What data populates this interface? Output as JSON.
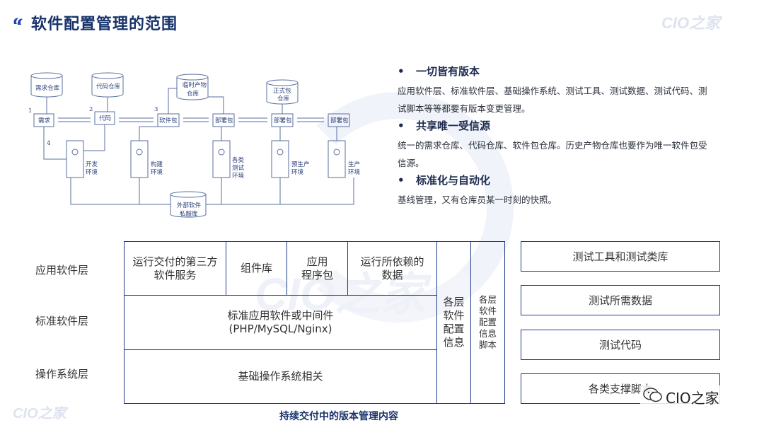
{
  "header": {
    "title": "软件配置管理的范围",
    "brand": "CIO之家"
  },
  "diagram": {
    "nodes": {
      "req_repo": "需求仓库",
      "code_repo": "代码仓库",
      "temp_artifact_repo_1": "临时产物",
      "temp_artifact_repo_2": "仓库",
      "formal_pkg_repo_1": "正式包",
      "formal_pkg_repo_2": "仓库",
      "req": "需求",
      "code": "代码",
      "pkg": "软件包",
      "deploy1": "部署包",
      "deploy2": "部署包",
      "deploy3": "部署包",
      "ext_1": "外部软件",
      "ext_2": "私服库",
      "env_dev_1": "开发",
      "env_dev_2": "环境",
      "env_build_1": "构建",
      "env_build_2": "环境",
      "env_test_1": "各类",
      "env_test_2": "测试",
      "env_test_3": "环境",
      "env_pre_1": "预生产",
      "env_pre_2": "环境",
      "env_prod_1": "生产",
      "env_prod_2": "环境",
      "step1": "1",
      "step2": "2",
      "step3": "3",
      "step4": "4"
    }
  },
  "principles": [
    {
      "title": "一切皆有版本",
      "lines": [
        "应用软件层、标准软件层、基础操作系统、测试工具、测试数据、测试代码、测",
        "试脚本等等都要有版本变更管理。"
      ]
    },
    {
      "title": "共享唯一受信源",
      "lines": [
        "统一的需求仓库、代码仓库、软件包仓库。历史产物仓库也要作为唯一软件包受",
        "信源。"
      ]
    },
    {
      "title": "标准化与自动化",
      "lines": [
        "基线管理，又有仓库员某一时刻的快照。"
      ]
    }
  ],
  "bullet_char": "•",
  "layers": {
    "app": "应用软件层",
    "std": "标准软件层",
    "os": "操作系统层"
  },
  "table": {
    "app_cells": [
      {
        "l1": "运行交付的第三方",
        "l2": "软件服务"
      },
      {
        "l1": "组件库",
        "l2": ""
      },
      {
        "l1": "应用",
        "l2": "程序包"
      },
      {
        "l1": "运行所依赖的",
        "l2": "数据"
      }
    ],
    "std_cell": {
      "l1": "标准应用软件或中间件",
      "l2": "(PHP/MySQL/Nginx)"
    },
    "os_cell": "基础操作系统相关",
    "config_info": [
      "各层",
      "软件",
      "配置",
      "信息"
    ],
    "config_script": [
      "各层",
      "软件",
      "配置",
      "信息",
      "脚本"
    ]
  },
  "test_items": [
    "测试工具和测试类库",
    "测试所需数据",
    "测试代码",
    "各类支撑脚本"
  ],
  "caption": "持续交付中的版本管理内容",
  "wechat_label": "CIO之家"
}
